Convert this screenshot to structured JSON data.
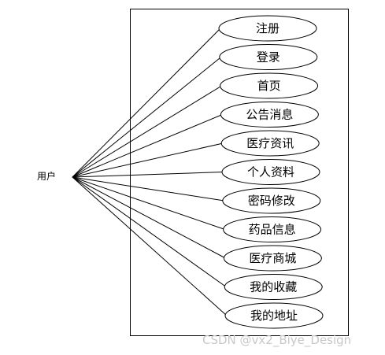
{
  "actor": {
    "label": "用户"
  },
  "use_cases": [
    {
      "label": "注册"
    },
    {
      "label": "登录"
    },
    {
      "label": "首页"
    },
    {
      "label": "公告消息"
    },
    {
      "label": "医疗资讯"
    },
    {
      "label": "个人资料"
    },
    {
      "label": "密码修改"
    },
    {
      "label": "药品信息"
    },
    {
      "label": "医疗商城"
    },
    {
      "label": "我的收藏"
    },
    {
      "label": "我的地址"
    }
  ],
  "watermark": {
    "text": "CSDN @vx2_Biye_Design"
  },
  "colors": {
    "stroke": "#000000",
    "background": "#ffffff",
    "watermark": "#c8c8c8"
  }
}
